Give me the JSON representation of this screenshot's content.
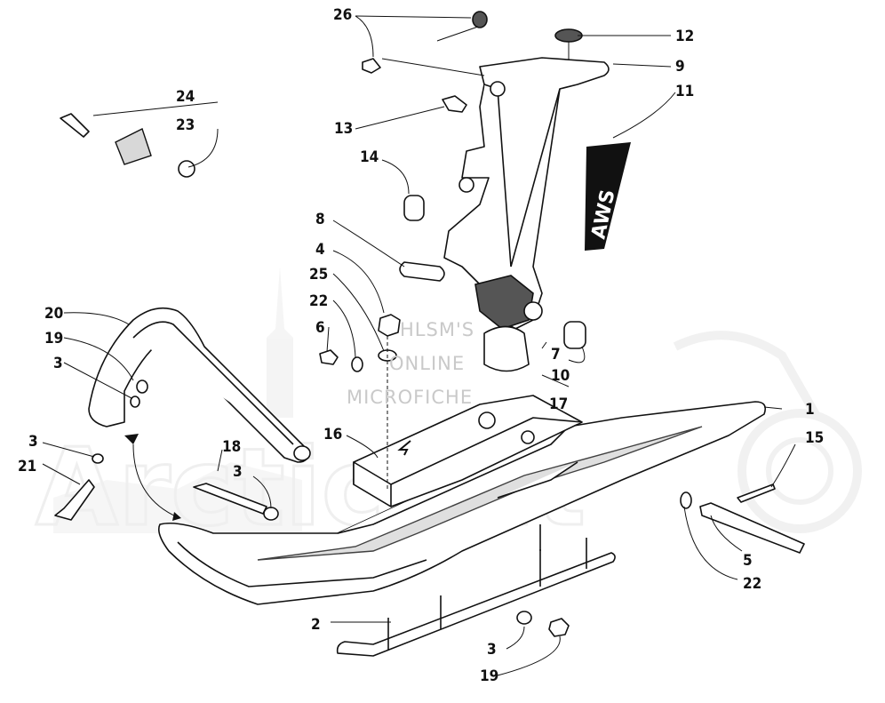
{
  "watermark": {
    "lines": [
      "HLSM'S",
      "ONLINE",
      "MICROFICHE"
    ]
  },
  "callouts": [
    {
      "id": "c26",
      "label": "26"
    },
    {
      "id": "c12",
      "label": "12"
    },
    {
      "id": "c9",
      "label": "9"
    },
    {
      "id": "c11",
      "label": "11"
    },
    {
      "id": "c13",
      "label": "13"
    },
    {
      "id": "c14",
      "label": "14"
    },
    {
      "id": "c24",
      "label": "24"
    },
    {
      "id": "c23",
      "label": "23"
    },
    {
      "id": "c8",
      "label": "8"
    },
    {
      "id": "c4",
      "label": "4"
    },
    {
      "id": "c25",
      "label": "25"
    },
    {
      "id": "c22a",
      "label": "22"
    },
    {
      "id": "c6",
      "label": "6"
    },
    {
      "id": "c7",
      "label": "7"
    },
    {
      "id": "c10",
      "label": "10"
    },
    {
      "id": "c17",
      "label": "17"
    },
    {
      "id": "c20",
      "label": "20"
    },
    {
      "id": "c19a",
      "label": "19"
    },
    {
      "id": "c3a",
      "label": "3"
    },
    {
      "id": "c3b",
      "label": "3"
    },
    {
      "id": "c21",
      "label": "21"
    },
    {
      "id": "c16",
      "label": "16"
    },
    {
      "id": "c1",
      "label": "1"
    },
    {
      "id": "c15",
      "label": "15"
    },
    {
      "id": "c18",
      "label": "18"
    },
    {
      "id": "c3c",
      "label": "3"
    },
    {
      "id": "c5",
      "label": "5"
    },
    {
      "id": "c22b",
      "label": "22"
    },
    {
      "id": "c2",
      "label": "2"
    },
    {
      "id": "c3d",
      "label": "3"
    },
    {
      "id": "c19b",
      "label": "19"
    }
  ]
}
